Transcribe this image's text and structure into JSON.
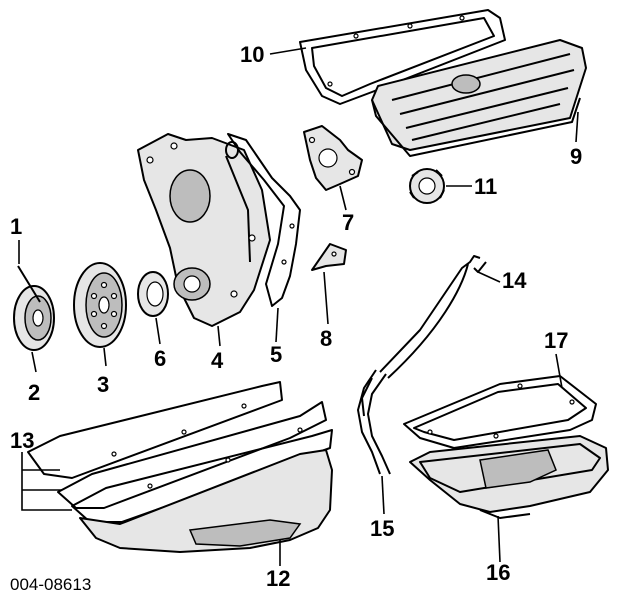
{
  "diagram": {
    "part_labels": {
      "p1": "1",
      "p2": "2",
      "p3": "3",
      "p4": "4",
      "p5": "5",
      "p6": "6",
      "p7": "7",
      "p8": "8",
      "p9": "9",
      "p10": "10",
      "p11": "11",
      "p12": "12",
      "p13": "13",
      "p14": "14",
      "p15": "15",
      "p16": "16",
      "p17": "17"
    },
    "figure_code": "004-08613"
  }
}
